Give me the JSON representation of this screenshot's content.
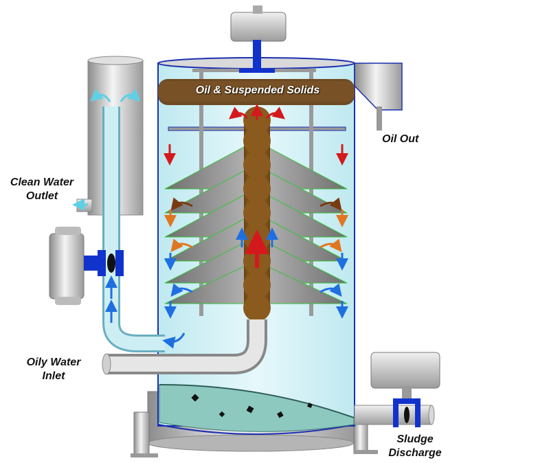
{
  "labels": {
    "clean_water_outlet": [
      "Clean Water",
      "Outlet"
    ],
    "oily_water_inlet": [
      "Oily Water",
      "Inlet"
    ],
    "oil_out": "Oil Out",
    "sludge_discharge": [
      "Sludge",
      "Discharge"
    ],
    "oil_suspended_solids": "Oil & Suspended Solids"
  },
  "colors": {
    "tank_fill": "#cdeef3",
    "tank_outline": "#1b2fb0",
    "metal": "#cfcfcf",
    "cones": "#8f8f8f",
    "oil_column": "#8a5a1e",
    "oil_layer": "#6e4a22",
    "arrow_red": "#d4191c",
    "arrow_orange": "#e0761f",
    "arrow_blue": "#1f6fe0",
    "valve_blue": "#1133cc"
  }
}
